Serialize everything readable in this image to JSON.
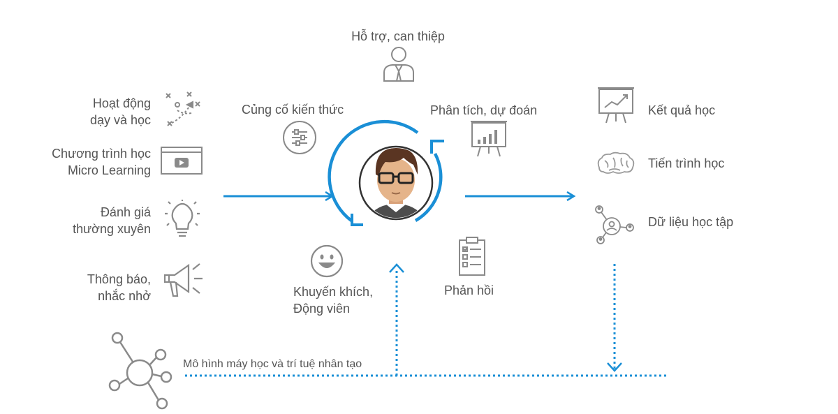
{
  "top": {
    "support": "Hỗ trợ, can thiệp"
  },
  "left_items": [
    {
      "line1": "Hoạt động",
      "line2": "dạy và học",
      "icon": "strategy-icon"
    },
    {
      "line1": "Chương trình học",
      "line2": "Micro Learning",
      "icon": "video-player-icon"
    },
    {
      "line1": "Đánh giá",
      "line2": "thường xuyên",
      "icon": "lightbulb-icon"
    },
    {
      "line1": "Thông báo,",
      "line2": "nhắc nhở",
      "icon": "megaphone-icon"
    }
  ],
  "center": {
    "reinforce": "Củng cố kiến thức",
    "analyze": "Phân tích, dự đoán",
    "encourage1": "Khuyến khích,",
    "encourage2": "Động viên",
    "feedback": "Phản hồi"
  },
  "right_items": [
    {
      "label": "Kết quả học",
      "icon": "presentation-chart-icon"
    },
    {
      "label": "Tiến trình học",
      "icon": "brain-icon"
    },
    {
      "label": "Dữ liệu học tập",
      "icon": "user-network-icon"
    }
  ],
  "bottom": {
    "model": "Mô hình máy học và trí tuệ nhân tạo"
  },
  "colors": {
    "accent": "#1a8fd6",
    "icon": "#8a8a8a",
    "text": "#555555"
  }
}
